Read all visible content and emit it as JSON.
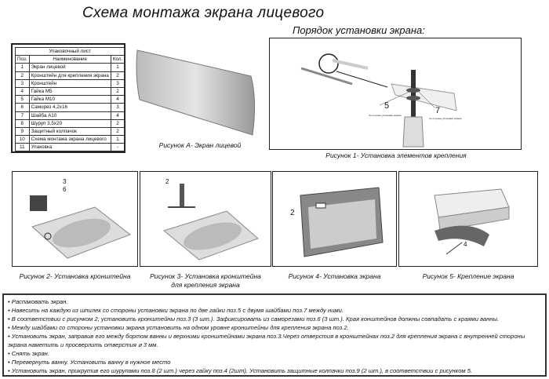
{
  "title": "Схема монтажа экрана лицевого",
  "subtitle": "Порядок установки экрана:",
  "packing": {
    "title": "Упаковочный лист",
    "headers": [
      "Поз.",
      "Наименование",
      "Кол."
    ],
    "rows": [
      [
        "1",
        "Экран лицевой",
        "1"
      ],
      [
        "2",
        "Кронштейн для крепления экрана",
        "2"
      ],
      [
        "3",
        "Кронштейн",
        "3"
      ],
      [
        "4",
        "Гайка М5",
        "2"
      ],
      [
        "5",
        "Гайка М10",
        "4"
      ],
      [
        "6",
        "Саморез 4,2х16",
        "3"
      ],
      [
        "7",
        "Шайба А10",
        "4"
      ],
      [
        "8",
        "Шуруп 3,5х20",
        "2"
      ],
      [
        "9",
        "Защитный колпачок",
        "2"
      ],
      [
        "10",
        "Схема монтажа экрана лицевого",
        "1"
      ],
      [
        "11",
        "Упаковка",
        "-"
      ]
    ]
  },
  "figures": {
    "a": "Рисунок А- Экран лицевой",
    "f1": {
      "caption": "Рисунок 1- Установка элементов крепления",
      "label5": "5",
      "label7": "7",
      "note": "Со стороны установки экрана"
    },
    "f2": {
      "caption": "Рисунок 2- Установка  кронштейна",
      "label3": "3",
      "label6": "6"
    },
    "f3": {
      "caption1": "Рисунок 3- Установка  кронштейна",
      "caption2": "для  крепления экрана",
      "label": "2"
    },
    "f4": {
      "caption": "Рисунок 4- Установка экрана",
      "label": "2"
    },
    "f5": {
      "caption": "Рисунок 5- Крепление экрана",
      "label": "4"
    }
  },
  "instructions": [
    "• Распаковать экран.",
    "• Навесить на  каждую из   шпилек со стороны установки экрана по две гайки поз.5 с двумя шайбами поз.7  между ними.",
    "• В соответствии с рисунком 2, установить кронштейны поз.3 (3 шт.). Зафиксировать из саморезами поз.6 (3 шт.). Края конштейнов должны совпадать с краями ванны.",
    "• Между шайбами со стороны установки экрана установить на одном уровне кронштейны для крепления экрана поз.2.",
    "• Установить экран, заправив его между бортом ванны и верхними кронштейнами экрана поз.3.Через отверстия в кронштейнах поз.2 для крепления экрана с внутренней стороны экрана наметить и просверлить отверстия  ⌀ 3 мм.",
    "• Снять экран.",
    "• Перевернуть ванну. Установить ванну в нужное место",
    "• Установить экран, прикрутив его шурупами поз.8 (2 шт.) через гайку поз.4 (2шт). Установить защитные колпачки поз.9 (2 шт.), в соответствии с рисунком 5."
  ]
}
